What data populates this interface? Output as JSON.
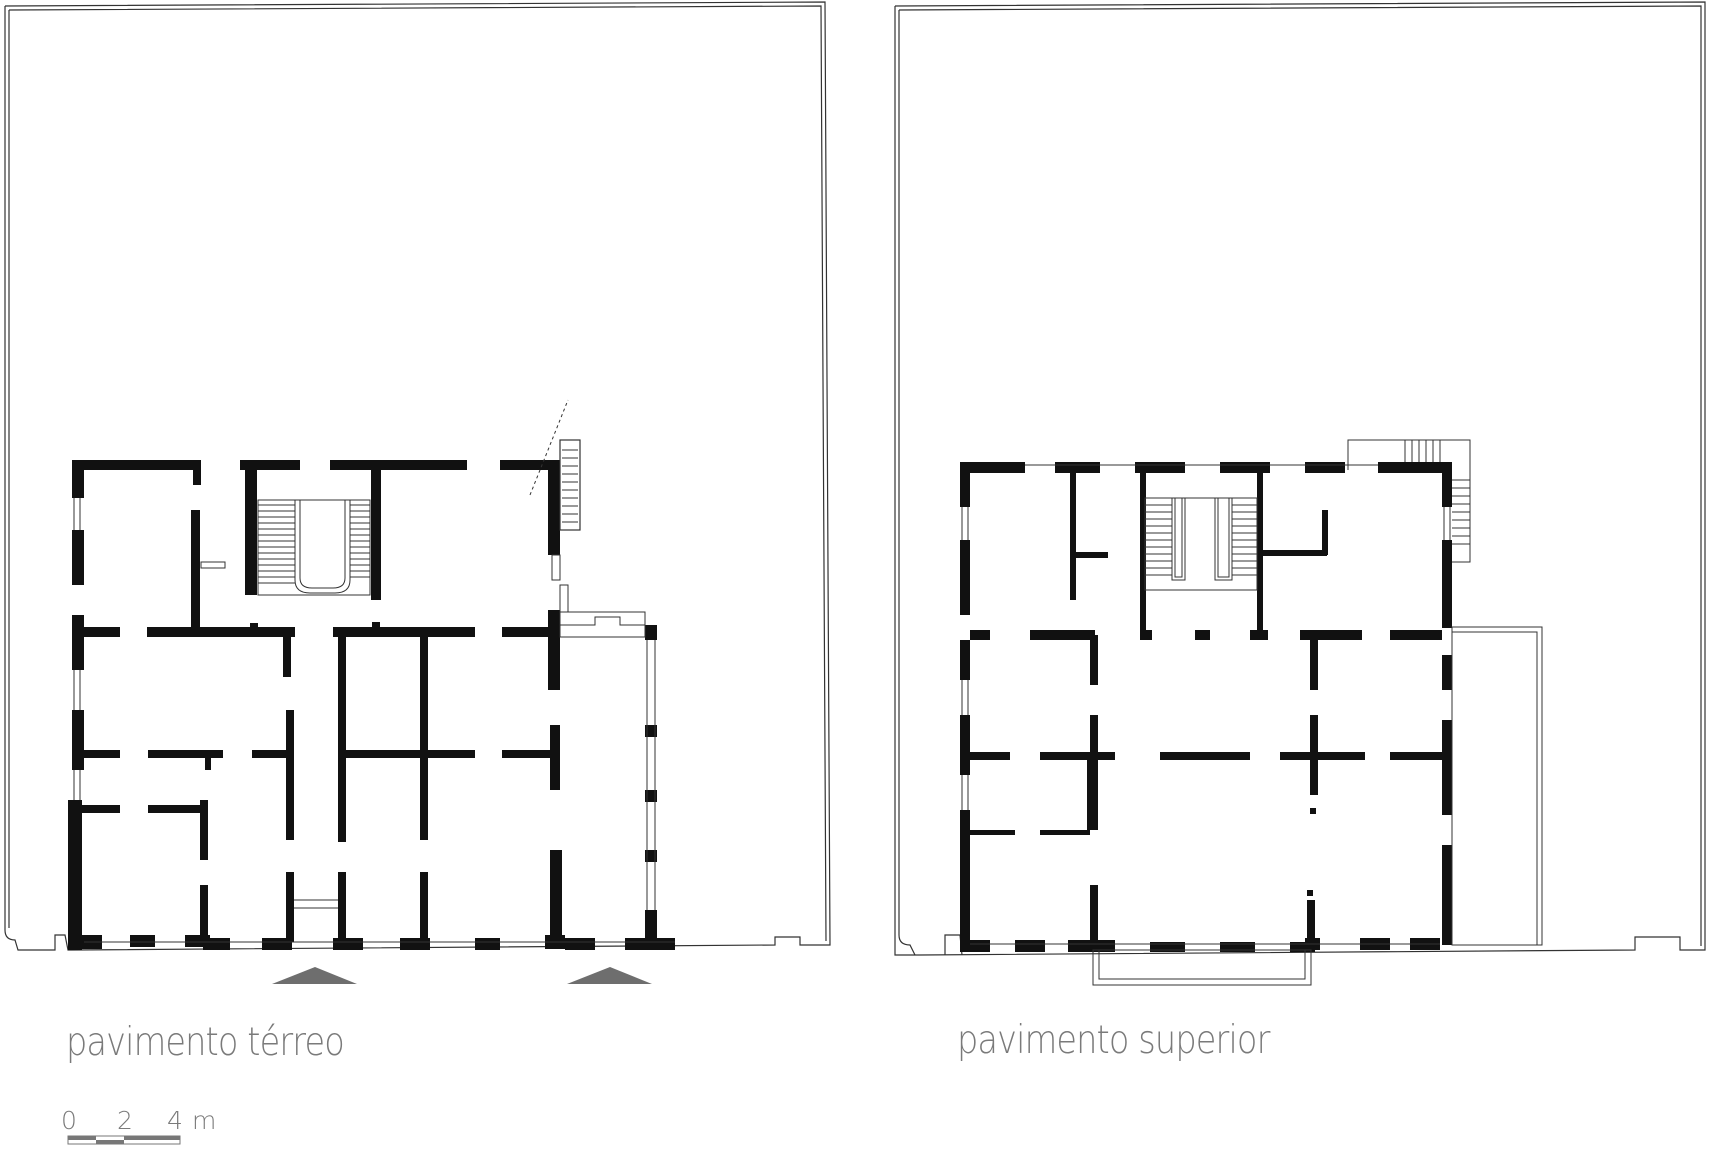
{
  "plans": [
    {
      "id": "ground",
      "label": "pavimento térreo"
    },
    {
      "id": "upper",
      "label": "pavimento superior"
    }
  ],
  "scale_bar": {
    "ticks": [
      "0",
      "2",
      "4"
    ],
    "unit": "m"
  },
  "colors": {
    "wall": "#111111",
    "outline": "#333333",
    "arrow": "#6e6e6e",
    "label": "#7a7a7a"
  }
}
